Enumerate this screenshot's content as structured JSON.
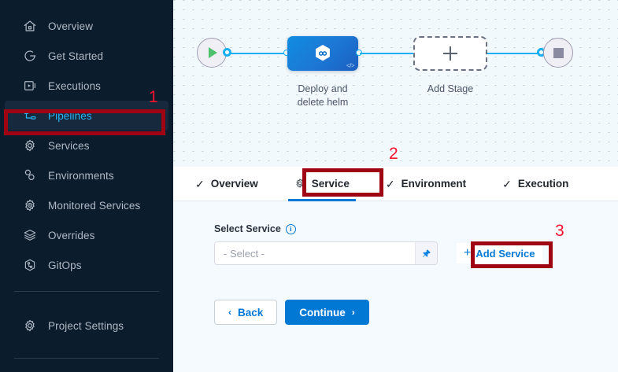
{
  "sidebar": {
    "items": [
      {
        "label": "Overview",
        "icon": "home-icon",
        "active": false
      },
      {
        "label": "Get Started",
        "icon": "rocket-start-icon",
        "active": false
      },
      {
        "label": "Executions",
        "icon": "play-box-icon",
        "active": false
      },
      {
        "label": "Pipelines",
        "icon": "pipeline-icon",
        "active": true
      },
      {
        "label": "Services",
        "icon": "gear-icon",
        "active": false
      },
      {
        "label": "Environments",
        "icon": "environments-icon",
        "active": false
      },
      {
        "label": "Monitored Services",
        "icon": "monitored-gear-icon",
        "active": false
      },
      {
        "label": "Overrides",
        "icon": "layers-icon",
        "active": false
      },
      {
        "label": "GitOps",
        "icon": "gitops-icon",
        "active": false
      }
    ],
    "footer_items": [
      {
        "label": "Project Settings",
        "icon": "gear-icon",
        "active": false
      }
    ]
  },
  "canvas": {
    "start_node": {
      "name": "pipeline-start-node",
      "icon": "play-icon"
    },
    "end_node": {
      "name": "pipeline-end-node",
      "icon": "stop-square-icon"
    },
    "stage": {
      "label": "Deploy and\ndelete helm",
      "label_line1": "Deploy and",
      "label_line2": "delete helm",
      "icon": "harness-hexagon-icon",
      "badge": "</>"
    },
    "add_stage": {
      "label": "Add Stage",
      "icon": "plus-icon"
    }
  },
  "tabs": [
    {
      "label": "Overview",
      "icon": "check-icon",
      "active": false
    },
    {
      "label": "Service",
      "icon": "gear-icon",
      "active": true
    },
    {
      "label": "Environment",
      "icon": "check-icon",
      "active": false
    },
    {
      "label": "Execution",
      "icon": "check-icon",
      "active": false
    }
  ],
  "form": {
    "label": "Select Service",
    "info_icon": "info-icon",
    "info_glyph": "i",
    "select_value": "- Select -",
    "select_placeholder": "- Select -",
    "pin_icon": "pin-icon",
    "add_service_label": "Add Service",
    "add_service_plus": "+",
    "back_label": "Back",
    "back_chevron": "‹",
    "continue_label": "Continue",
    "continue_chevron": "›"
  },
  "annotations": [
    {
      "number": "1",
      "target": "sidebar-item-pipelines"
    },
    {
      "number": "2",
      "target": "tab-service"
    },
    {
      "number": "3",
      "target": "add-service-button"
    }
  ],
  "colors": {
    "sidebar_bg": "#0b1c2d",
    "sidebar_active_bg": "#16293d",
    "sidebar_active_text": "#29b5f6",
    "accent_blue": "#0278d5",
    "link_blue": "#18b0f4",
    "annotation_red": "#9e0412",
    "annotation_number_red": "#f5122f",
    "canvas_bg": "#f2f9fc",
    "form_bg": "#f4fafd"
  }
}
